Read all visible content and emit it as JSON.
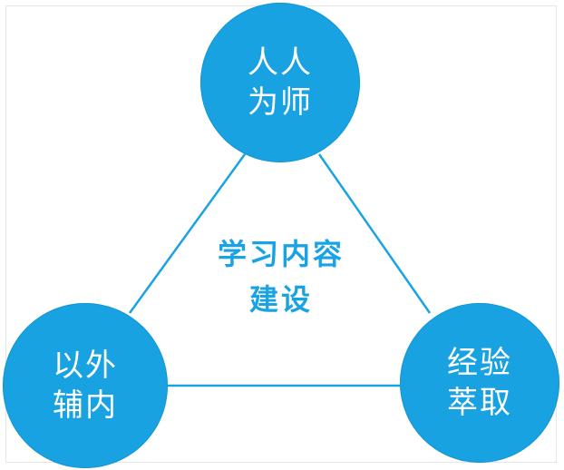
{
  "diagram": {
    "colors": {
      "node_fill": "#19a2e2",
      "line": "#1aa3e3",
      "center_text": "#1aa3e3",
      "node_text": "#ffffff"
    },
    "center": {
      "line1": "学习内容",
      "line2": "建设"
    },
    "nodes": {
      "top": {
        "line1": "人人",
        "line2": "为师"
      },
      "left": {
        "line1": "以外",
        "line2": "辅内"
      },
      "right": {
        "line1": "经验",
        "line2": "萃取"
      }
    }
  }
}
